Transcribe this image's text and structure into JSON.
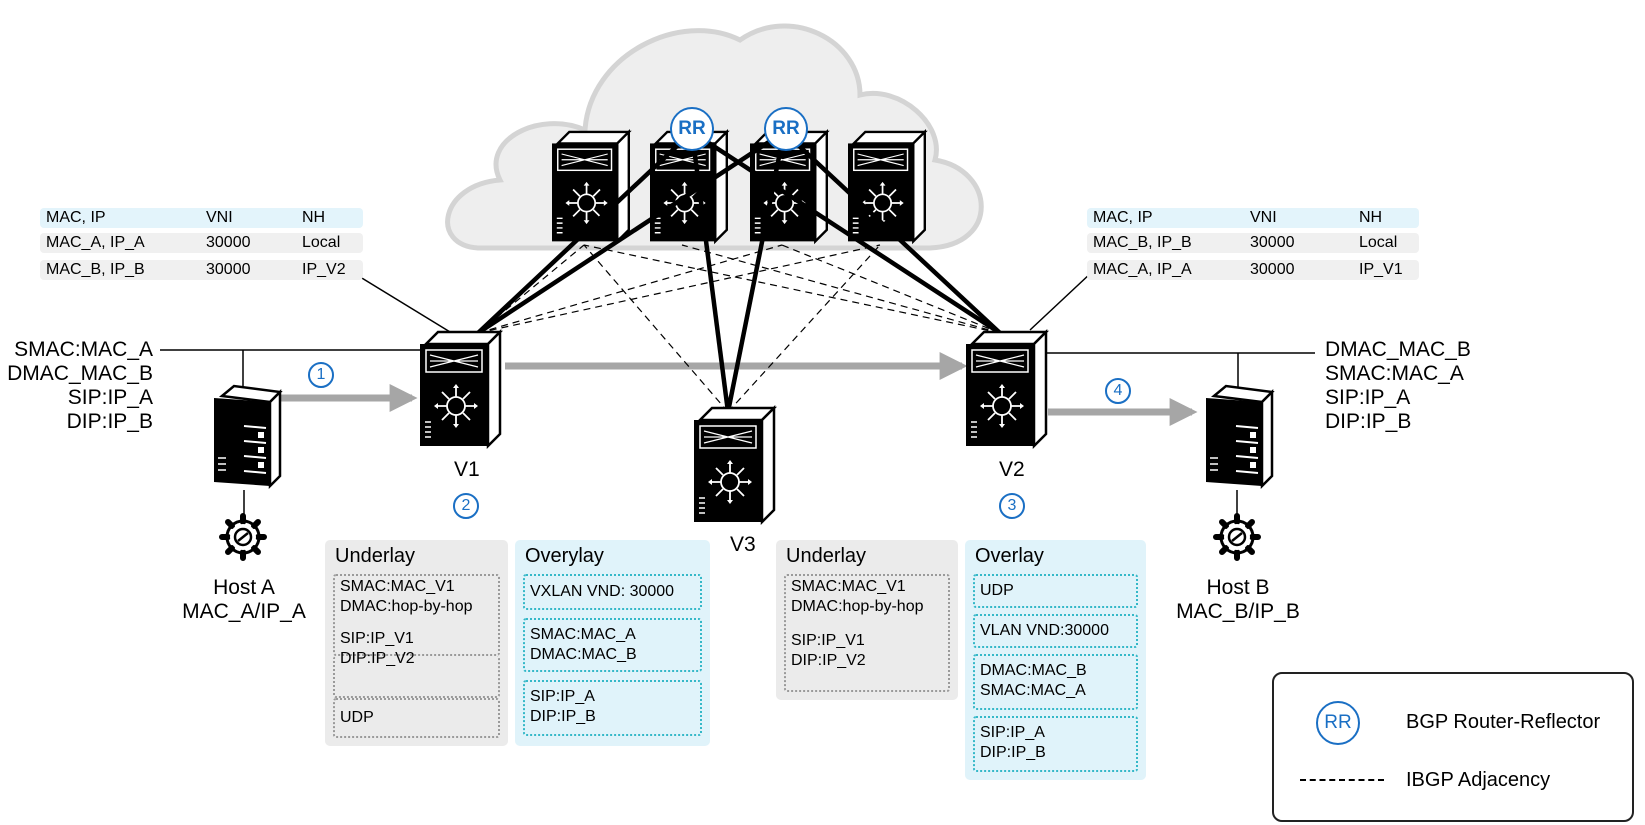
{
  "route_tables": {
    "left": {
      "header": [
        "MAC, IP",
        "VNI",
        "NH"
      ],
      "rows": [
        [
          "MAC_A, IP_A",
          "30000",
          "Local"
        ],
        [
          "MAC_B, IP_B",
          "30000",
          "IP_V2"
        ]
      ]
    },
    "right": {
      "header": [
        "MAC, IP",
        "VNI",
        "NH"
      ],
      "rows": [
        [
          "MAC_B, IP_B",
          "30000",
          "Local"
        ],
        [
          "MAC_A, IP_A",
          "30000",
          "IP_V1"
        ]
      ]
    }
  },
  "packet_left": [
    "SMAC:MAC_A",
    "DMAC_MAC_B",
    "SIP:IP_A",
    "DIP:IP_B"
  ],
  "packet_right": [
    "DMAC_MAC_B",
    "SMAC:MAC_A",
    "SIP:IP_A",
    "DIP:IP_B"
  ],
  "nodes": {
    "v1": "V1",
    "v2": "V2",
    "v3": "V3",
    "rr": "RR",
    "host_a": [
      "Host A",
      "MAC_A/IP_A"
    ],
    "host_b": [
      "Host B",
      "MAC_B/IP_B"
    ]
  },
  "steps": [
    "1",
    "2",
    "3",
    "4"
  ],
  "panels": {
    "underlay_1": {
      "title": "Underlay",
      "fields": [
        [
          "SMAC:MAC_V1",
          "DMAC:hop-by-hop"
        ],
        [
          "SIP:IP_V1",
          "DIP:IP_V2"
        ],
        [
          "UDP"
        ]
      ]
    },
    "overlay_1": {
      "title": "Overylay",
      "fields": [
        [
          "VXLAN VND: 30000"
        ],
        [
          "SMAC:MAC_A",
          "DMAC:MAC_B"
        ],
        [
          "SIP:IP_A",
          "DIP:IP_B"
        ]
      ]
    },
    "underlay_2": {
      "title": "Underlay",
      "fields": [
        [
          "SMAC:MAC_V1",
          "DMAC:hop-by-hop"
        ],
        [
          "SIP:IP_V1",
          "DIP:IP_V2"
        ]
      ]
    },
    "overlay_2": {
      "title": "Overlay",
      "fields": [
        [
          "UDP"
        ],
        [
          "VLAN VND:30000"
        ],
        [
          "DMAC:MAC_B",
          "SMAC:MAC_A"
        ],
        [
          "SIP:IP_A",
          "DIP:IP_B"
        ]
      ]
    }
  },
  "legend": {
    "rr_symbol": "RR",
    "rr_label": "BGP Router-Reflector",
    "ibgp_label": "IBGP Adjacency"
  },
  "colors": {
    "accent_blue": "#1a6fc4",
    "overlay_bg": "#e0f3fa",
    "underlay_bg": "#ebebeb",
    "cloud": "#eeeeee"
  }
}
